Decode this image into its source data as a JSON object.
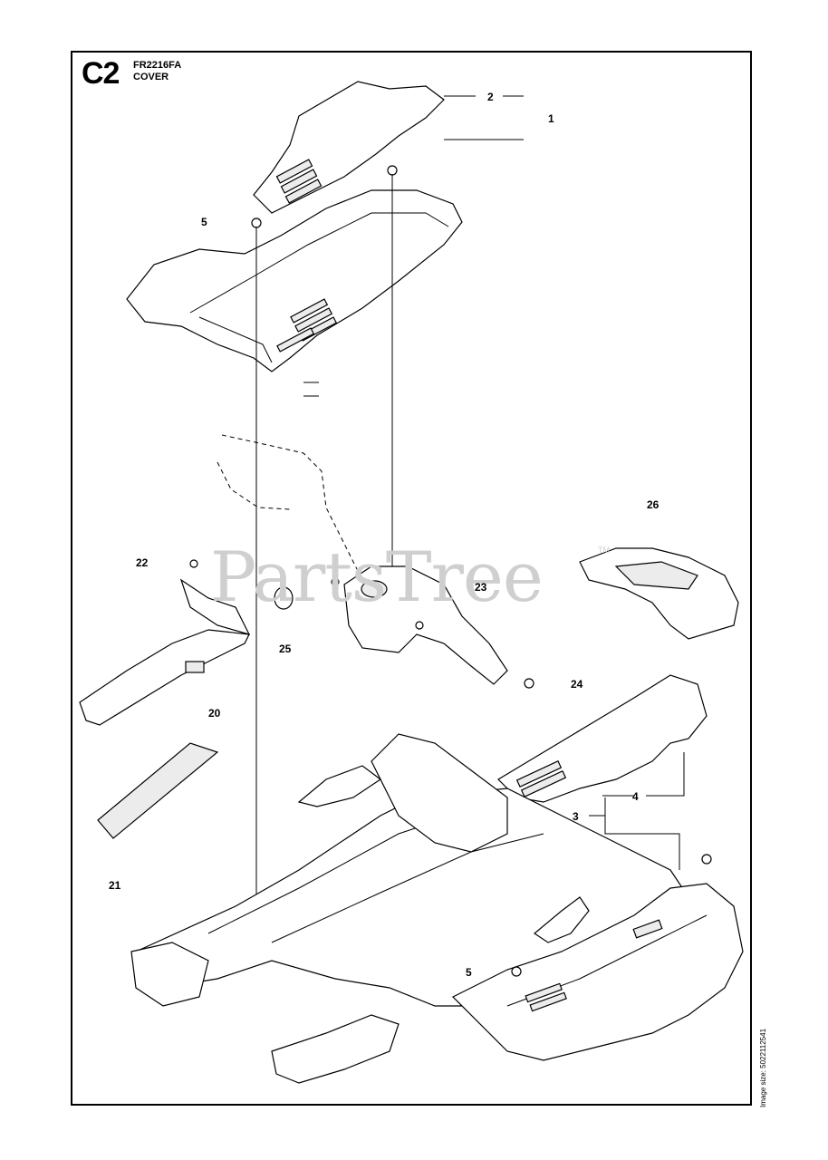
{
  "header": {
    "section_code": "C2",
    "model": "FR2216FA",
    "subtitle": "COVER"
  },
  "watermark": {
    "text": "PartsTree",
    "trademark": "TM"
  },
  "side_note": "Image size: 5022112541",
  "callouts": [
    "2",
    "1",
    "5",
    "26",
    "22",
    "23",
    "25",
    "24",
    "20",
    "4",
    "3",
    "21",
    "5"
  ]
}
